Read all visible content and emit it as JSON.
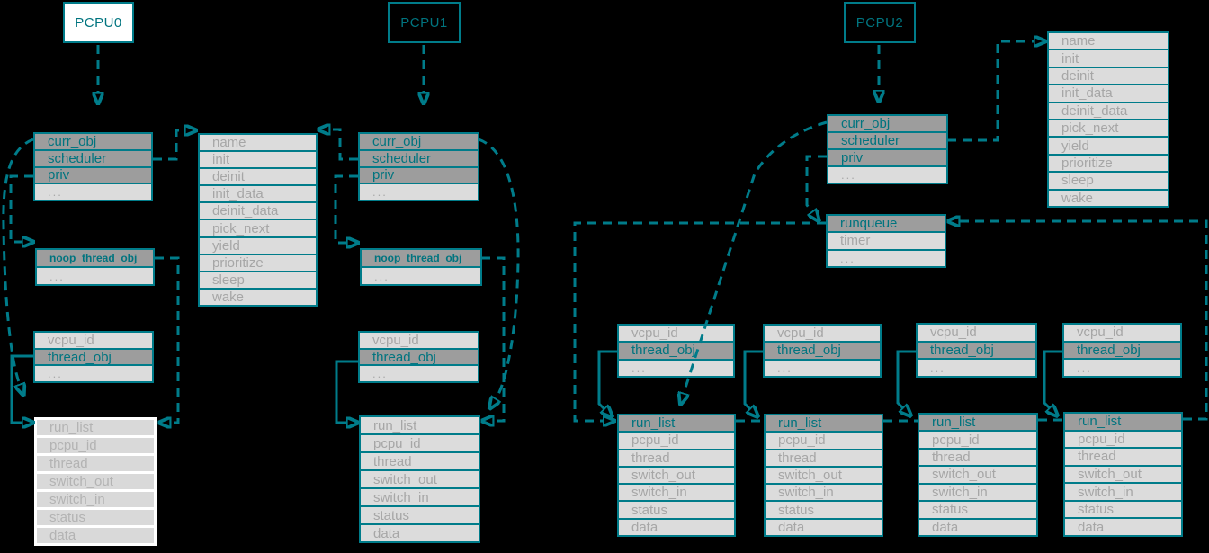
{
  "pcpu_labels": {
    "pcpu0": "PCPU0",
    "pcpu1": "PCPU1",
    "pcpu2": "PCPU2"
  },
  "fields": {
    "sched_obj": [
      "curr_obj",
      "scheduler",
      "priv",
      "..."
    ],
    "sched_ops": [
      "name",
      "init",
      "deinit",
      "init_data",
      "deinit_data",
      "pick_next",
      "yield",
      "prioritize",
      "sleep",
      "wake"
    ],
    "noop_thread": [
      "noop_thread_obj",
      "..."
    ],
    "vcpu": [
      "vcpu_id",
      "thread_obj",
      "..."
    ],
    "thread": [
      "run_list",
      "pcpu_id",
      "thread",
      "switch_out",
      "switch_in",
      "status",
      "data"
    ],
    "runqueue": [
      "runqueue",
      "timer",
      "..."
    ]
  },
  "colors": {
    "background": "#000000",
    "teal_line": "#007c8a",
    "teal_text": "#00747f",
    "dark_row_fill": "#9d9d9d",
    "light_row_fill": "#dcdcdc",
    "plain_row_fill": "#d9d9d9",
    "gray_text": "#a6a6a6",
    "plain_gray_text": "#b3b3b3",
    "pcpu0_fill": "#ffffff"
  }
}
